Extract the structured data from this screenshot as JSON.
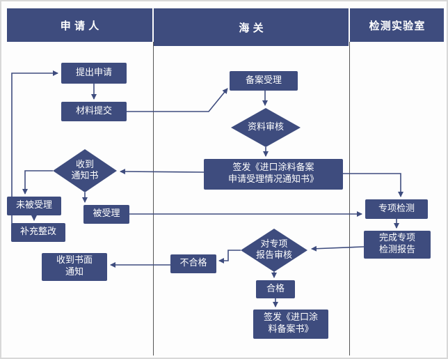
{
  "header": {
    "lanes": [
      "申请人",
      "海关",
      "检测实验室"
    ]
  },
  "nodes": {
    "submit_application": "提出申请",
    "material_submission": "材料提交",
    "filing_acceptance": "备案受理",
    "data_review": "资料审核",
    "issue_acceptance_notice": "签发《进口涂料备案\n申请受理情况通知书》",
    "receive_notice": "收到\n通知书",
    "not_accepted": "未被受理",
    "accepted": "被受理",
    "supplement_rectify": "补充整改",
    "receive_written_notice": "收到书面\n通知",
    "unqualified": "不合格",
    "special_report_review": "对专项\n报告审核",
    "qualified": "合格",
    "issue_filing_certificate": "签发《进口涂\n料备案书》",
    "special_testing": "专项检测",
    "complete_testing_report": "完成专项\n检测报告"
  },
  "colors": {
    "node_fill": "#3e4c7e",
    "node_text": "#ffffff",
    "connector": "#3e4c7e",
    "lane_divider": "#555555",
    "background": "#fdfdfd"
  }
}
